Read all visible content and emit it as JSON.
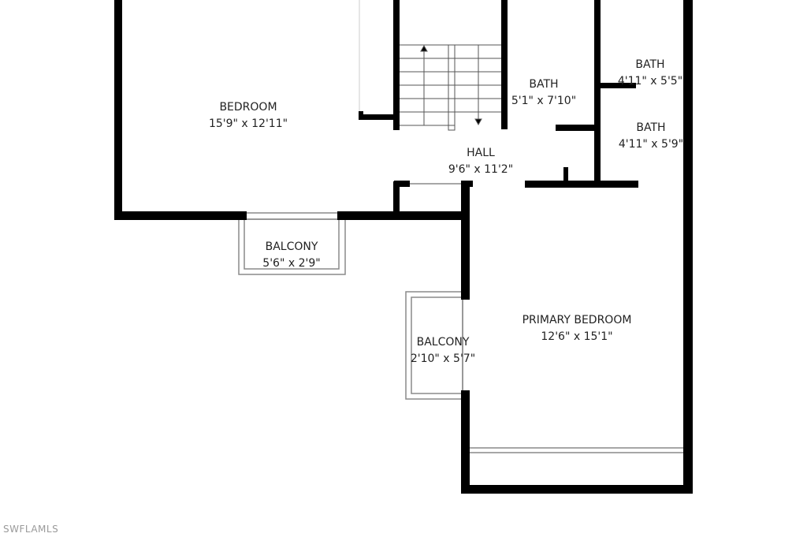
{
  "rooms": [
    {
      "name": "BEDROOM",
      "dims": "15'9\" x 12'11\""
    },
    {
      "name": "BATH",
      "dims": "5'1\" x 7'10\""
    },
    {
      "name": "BATH",
      "dims": "4'11\" x 5'5\""
    },
    {
      "name": "BATH",
      "dims": "4'11\" x 5'9\""
    },
    {
      "name": "HALL",
      "dims": "9'6\" x 11'2\""
    },
    {
      "name": "BALCONY",
      "dims": "5'6\" x 2'9\""
    },
    {
      "name": "BALCONY",
      "dims": "2'10\" x 5'7\""
    },
    {
      "name": "PRIMARY BEDROOM",
      "dims": "12'6\" x 15'1\""
    }
  ],
  "watermark": "SWFLAMLS",
  "colors": {
    "wall": "#000000",
    "outline": "#8a8a8a",
    "text": "#222222"
  }
}
